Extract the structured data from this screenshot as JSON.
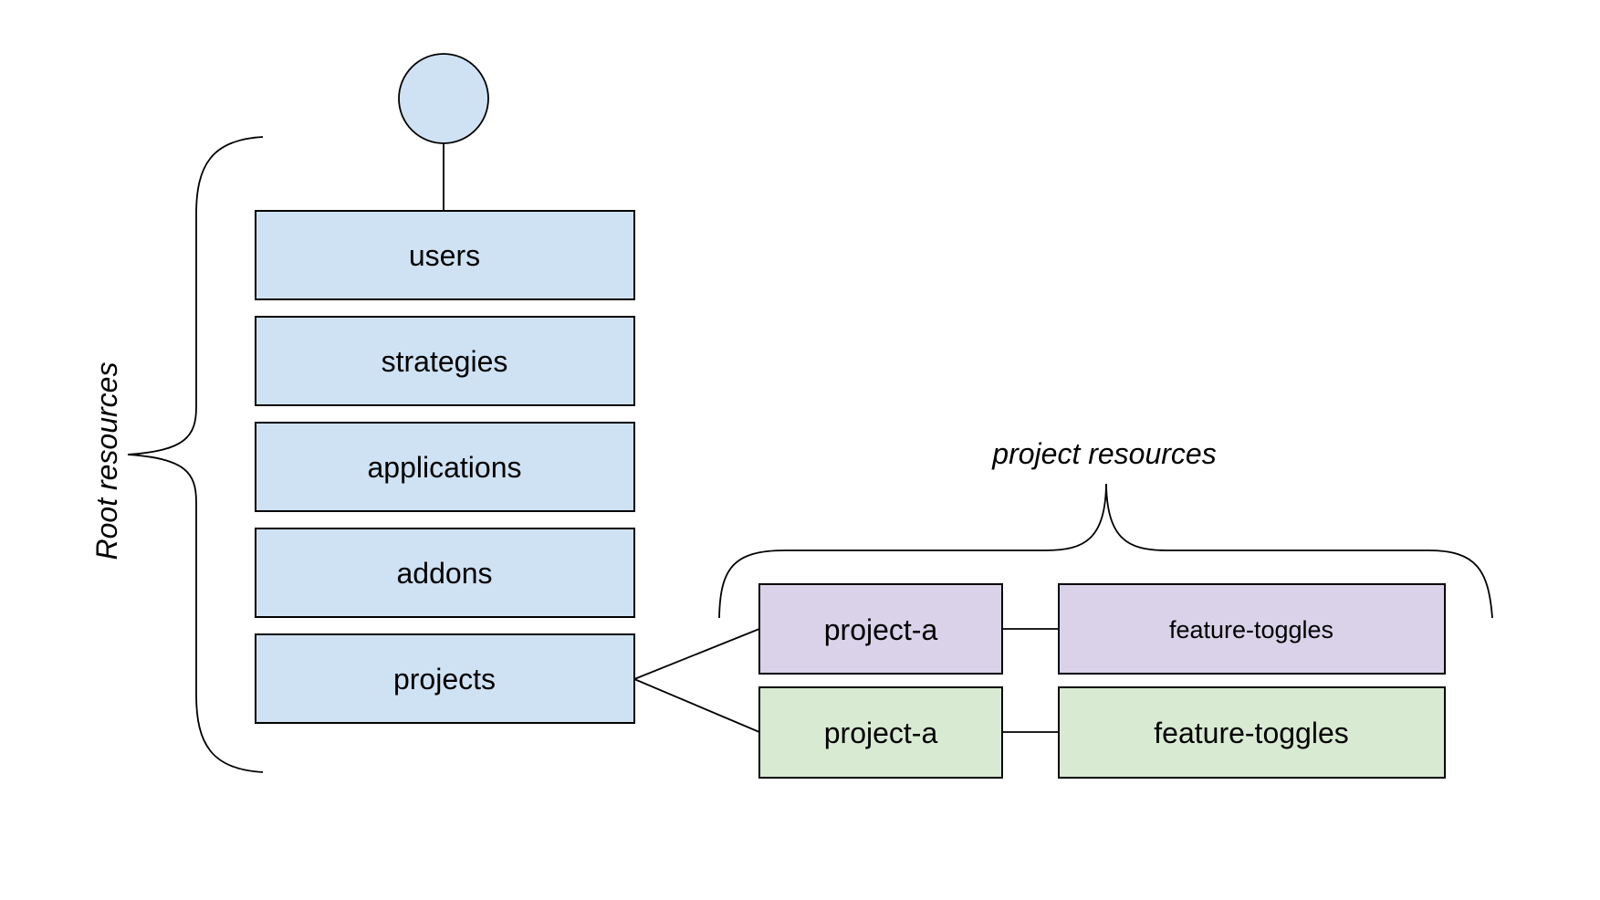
{
  "colors": {
    "background": "#ffffff",
    "stroke": "#000000",
    "text": "#000000",
    "root_box_fill": "#cfe2f3",
    "project_row_a_fill": "#d9d2e9",
    "project_row_b_fill": "#d9ead3"
  },
  "labels": {
    "root_group": "Root resources",
    "project_group": "project resources"
  },
  "icons": {
    "actor": "user-circle-icon"
  },
  "root_resources": [
    {
      "label": "users"
    },
    {
      "label": "strategies"
    },
    {
      "label": "applications"
    },
    {
      "label": "addons"
    },
    {
      "label": "projects"
    }
  ],
  "project_rows": [
    {
      "project_label": "project-a",
      "resource_label": "feature-toggles",
      "fill": "#d9d2e9"
    },
    {
      "project_label": "project-a",
      "resource_label": "feature-toggles",
      "fill": "#d9ead3"
    }
  ]
}
